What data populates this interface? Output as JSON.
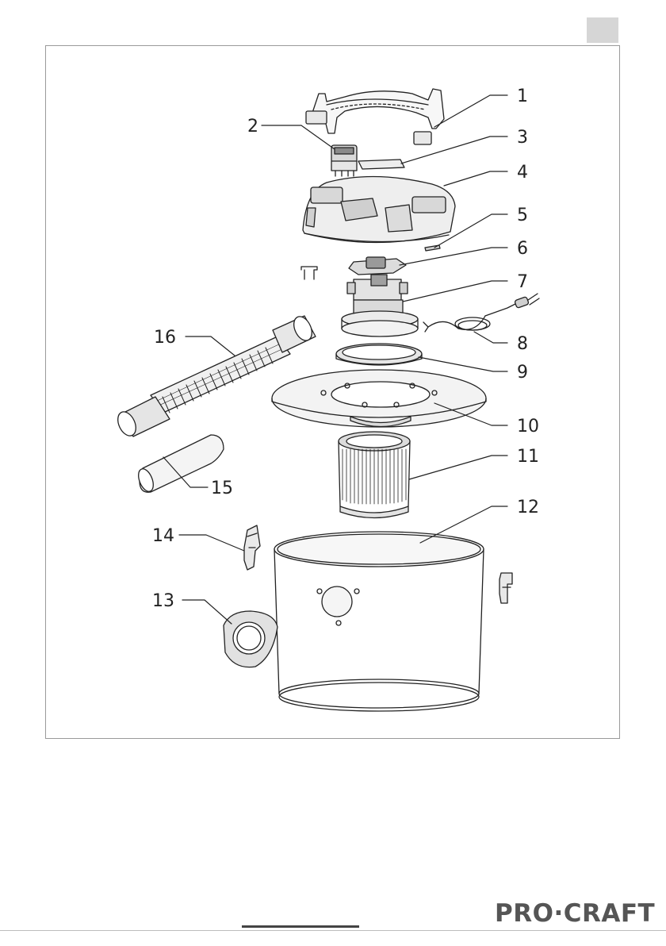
{
  "brand": {
    "name": "PRO·CRAFT",
    "color": "#555555"
  },
  "callouts": [
    "1",
    "2",
    "3",
    "4",
    "5",
    "6",
    "7",
    "8",
    "9",
    "10",
    "11",
    "12",
    "13",
    "14",
    "15",
    "16"
  ],
  "colors": {
    "line": "#222222",
    "frame": "#9a9a9a",
    "tab": "#d6d6d6"
  }
}
